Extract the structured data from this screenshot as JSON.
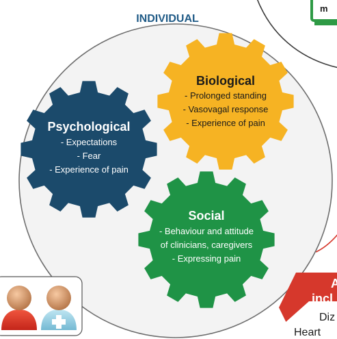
{
  "header": {
    "label": "INDIVIDUAL"
  },
  "top_box": {
    "label": "m"
  },
  "gears": {
    "biological": {
      "title": "Biological",
      "items": [
        "- Prolonged standing",
        "- Vasovagal response",
        "- Experience of pain"
      ]
    },
    "psychological": {
      "title": "Psychological",
      "items": [
        "- Expectations",
        "- Fear",
        "- Experience of pain"
      ]
    },
    "social": {
      "title": "Social",
      "items": [
        "- Behaviour and attitude",
        "of clinicians, caregivers",
        "- Expressing pain"
      ]
    }
  },
  "right_panel": {
    "line1": "A",
    "line2": "incl",
    "line3": "Diz",
    "line4": "Heart"
  },
  "colors": {
    "biological": "#f6b323",
    "psychological": "#1b4a6b",
    "social": "#1f9346",
    "header_text": "#1f5a86",
    "circle_stroke": "#6e6e6e",
    "accent_red": "#d6382c",
    "top_box_green": "#2e9a45"
  },
  "icons": [
    "person-red-icon",
    "person-medical-icon"
  ]
}
